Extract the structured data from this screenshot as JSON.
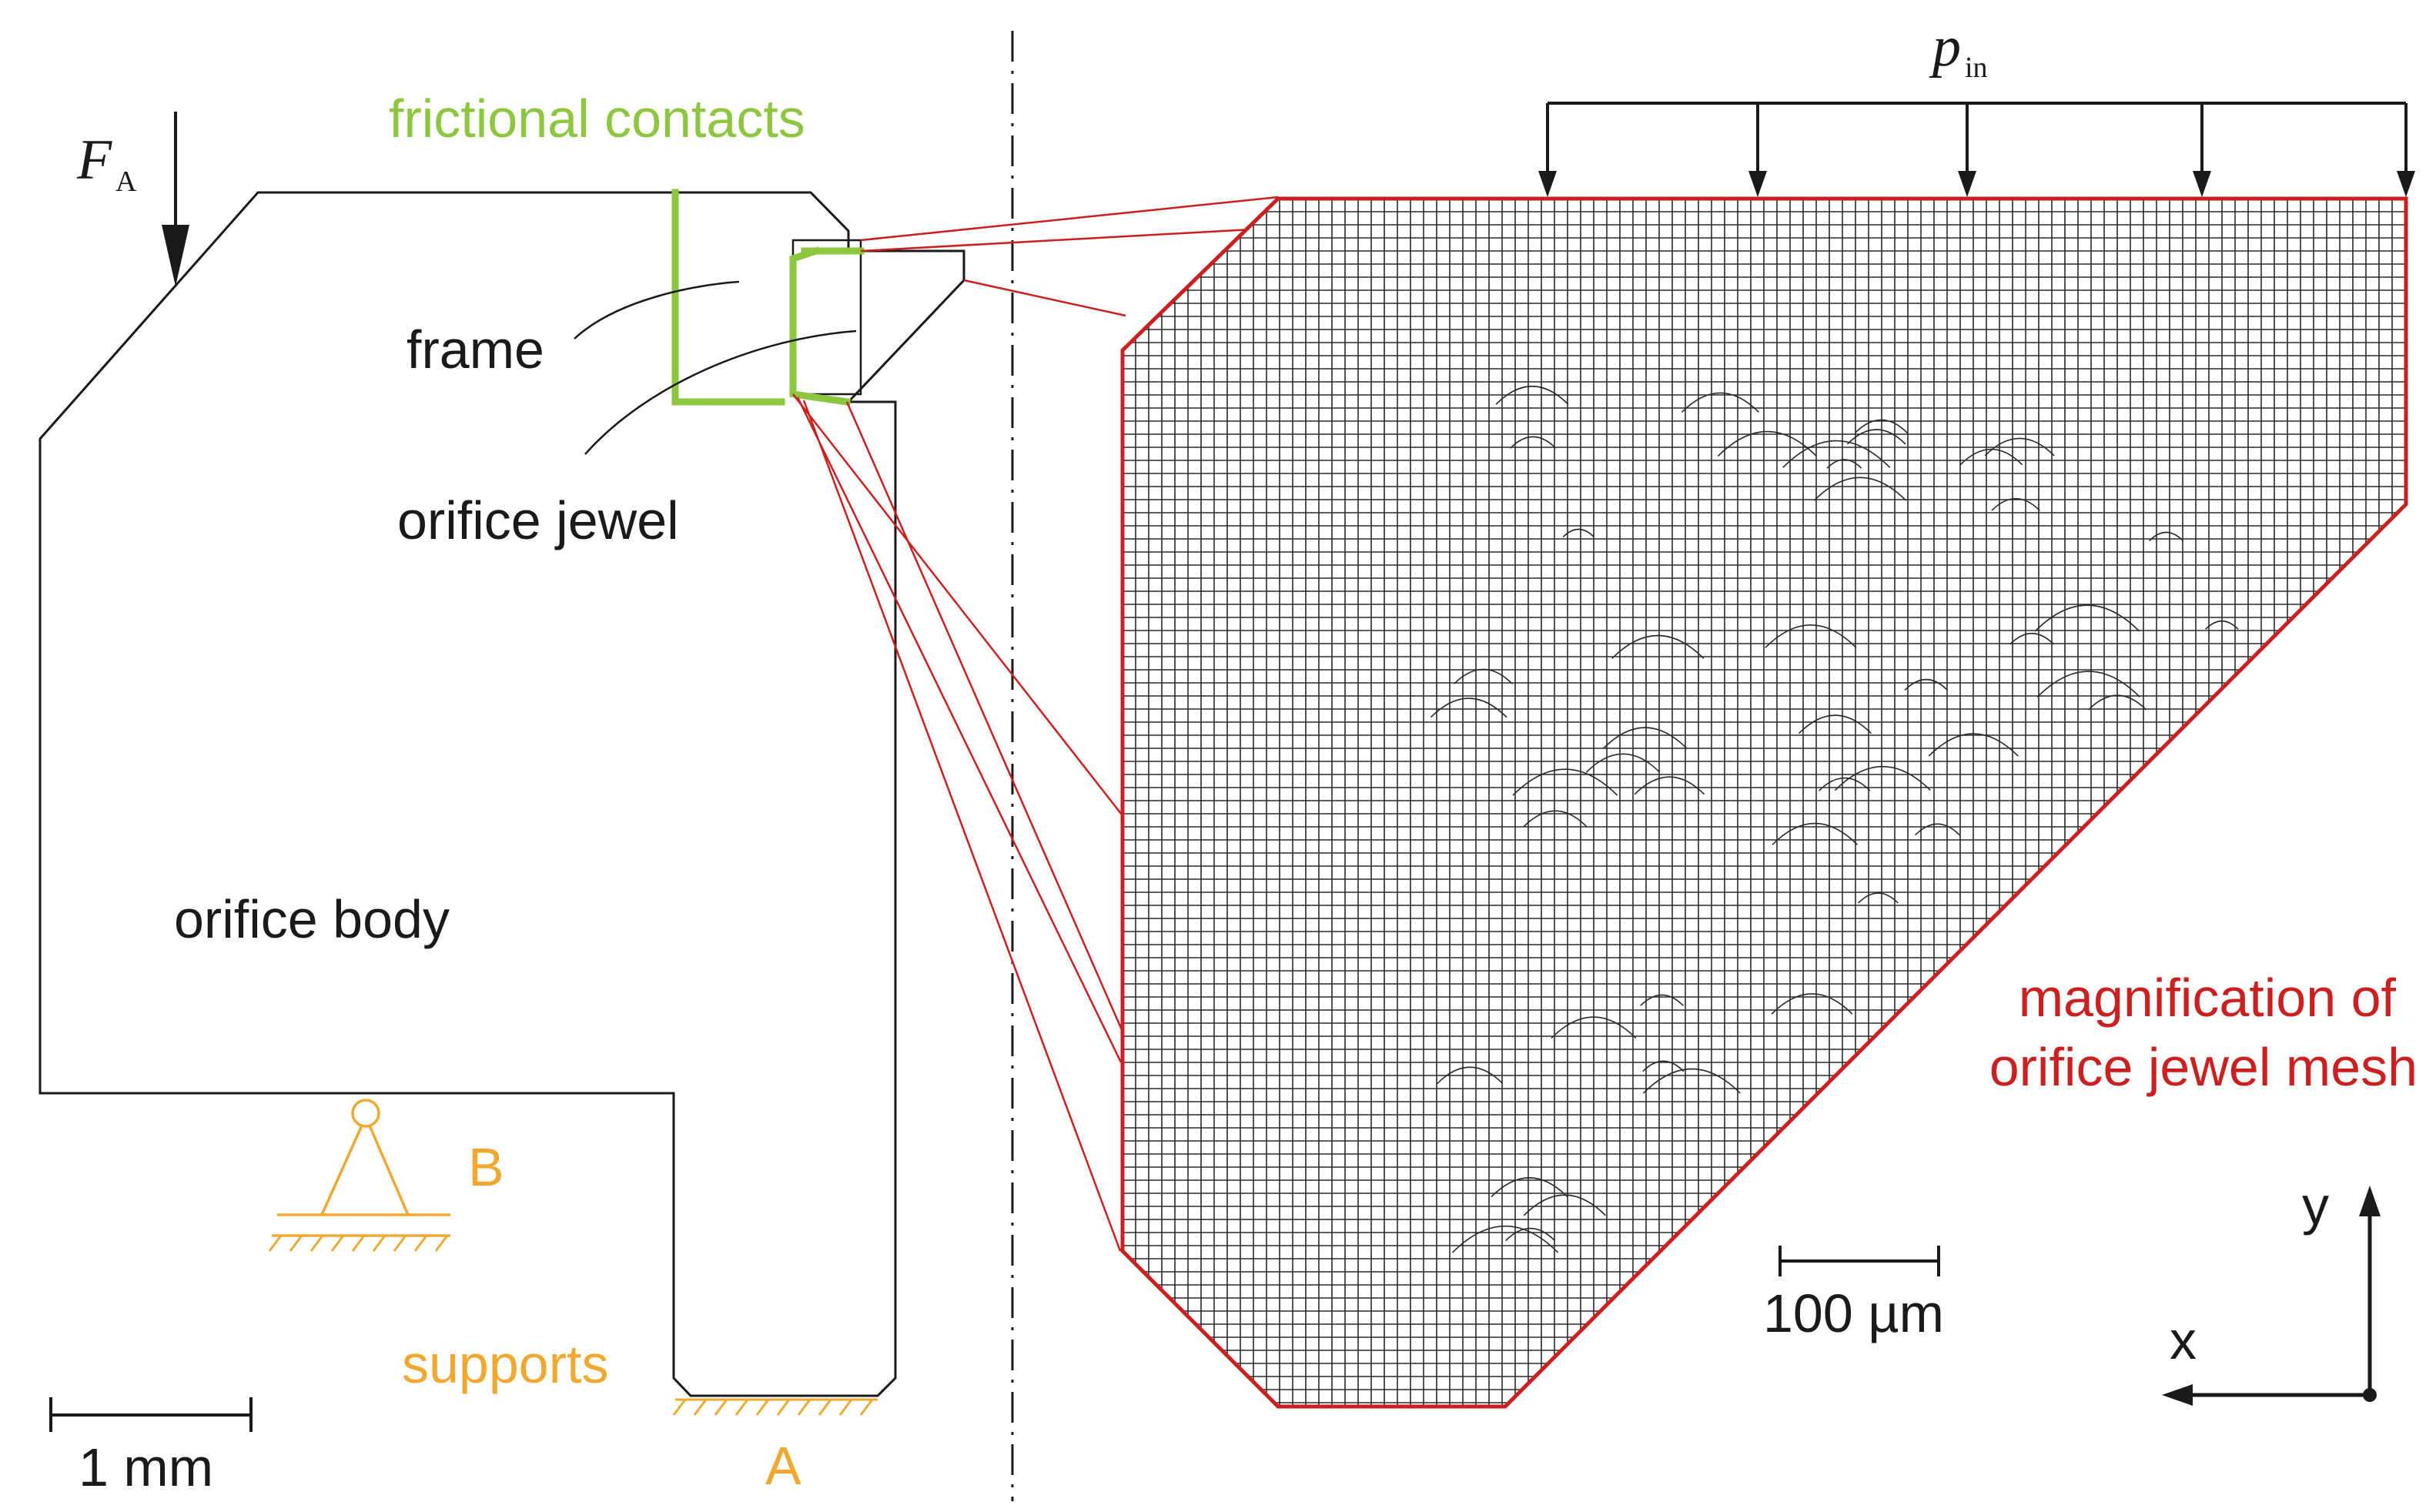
{
  "labels": {
    "force": "F",
    "force_sub": "A",
    "frictional_contacts": "frictional contacts",
    "frame": "frame",
    "orifice_jewel": "orifice jewel",
    "orifice_body": "orifice body",
    "support_b": "B",
    "support_a": "A",
    "supports": "supports",
    "scale_left": "1 mm",
    "pressure": "p",
    "pressure_sub": "in",
    "magnification_line1": "magnification of",
    "magnification_line2": "orifice jewel mesh",
    "scale_right": "100 µm",
    "axis_y": "y",
    "axis_x": "x"
  },
  "colors": {
    "outline": "#1a1a1a",
    "contact": "#8dc63f",
    "support": "#f0a830",
    "magnification": "#cc1f1f",
    "mesh": "#2a2a2a"
  }
}
